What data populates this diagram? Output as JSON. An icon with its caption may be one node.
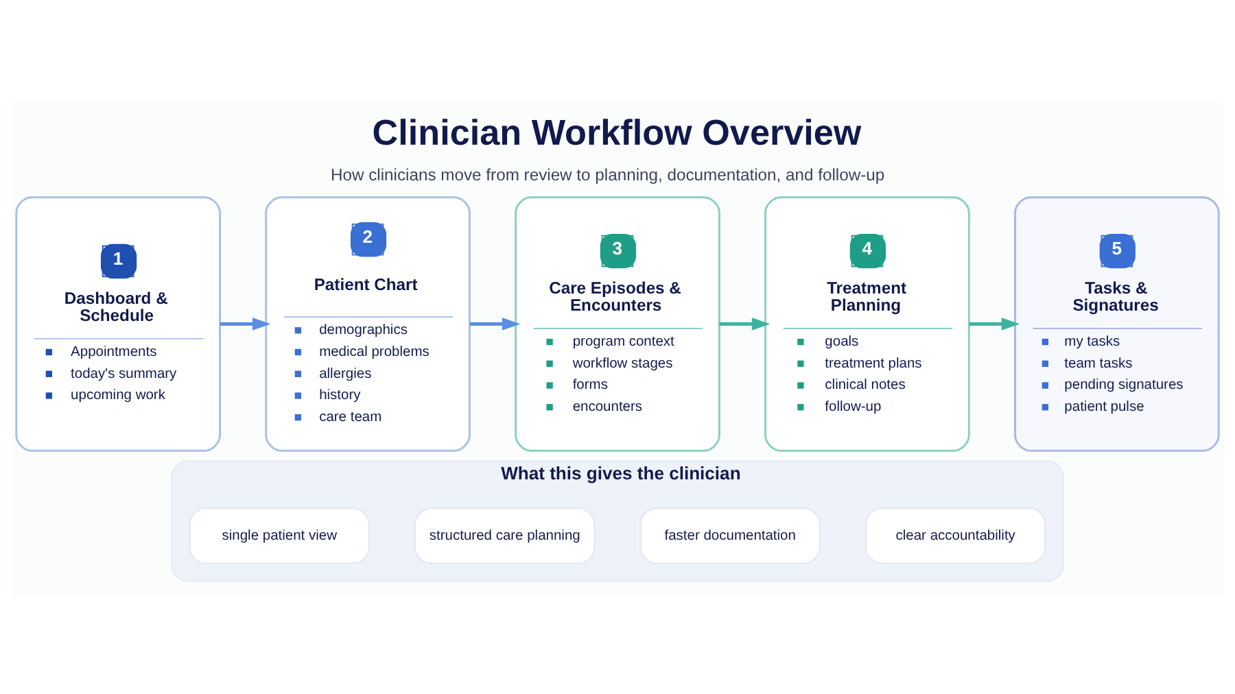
{
  "diagram": {
    "title": "Clinician Workflow Overview",
    "caption": "How clinicians move from review to planning, documentation, and follow-up",
    "nodes": [
      {
        "text": [
          "1",
          "Dashboard & Schedule",
          "Appointments",
          "today's summary",
          "upcoming work"
        ]
      },
      {
        "text": [
          "2",
          "Patient Chart",
          "demographics",
          "medical problems",
          "allergies",
          "history",
          "care team"
        ]
      },
      {
        "text": [
          "3",
          "Care Episodes & Encounters",
          "program context",
          "workflow stages",
          "forms",
          "encounters"
        ]
      },
      {
        "text": [
          "4",
          "Treatment Planning",
          "goals",
          "treatment plans",
          "clinical notes",
          "follow-up"
        ]
      },
      {
        "text": [
          "5",
          "Tasks & Signatures",
          "my tasks",
          "team tasks",
          "pending signatures",
          "patient pulse"
        ]
      },
      {
        "text": [
          "What this gives the clinician"
        ]
      },
      {
        "text": [
          "single patient view"
        ],
        "in": 5
      },
      {
        "text": [
          "structured care planning"
        ],
        "in": 5
      },
      {
        "text": [
          "faster documentation"
        ],
        "in": 5
      },
      {
        "text": [
          "clear accountability"
        ],
        "in": 5
      }
    ],
    "edges": [
      {
        "from": 0,
        "to": 1,
        "arrow": "to",
        "color": "#5b8fdf"
      },
      {
        "from": 1,
        "to": 2,
        "arrow": "to",
        "color": "#5b8fdf"
      },
      {
        "from": 2,
        "to": 3,
        "arrow": "to",
        "color": "#3db59e"
      },
      {
        "from": 3,
        "to": 4,
        "arrow": "to",
        "color": "#3db59e"
      }
    ]
  }
}
